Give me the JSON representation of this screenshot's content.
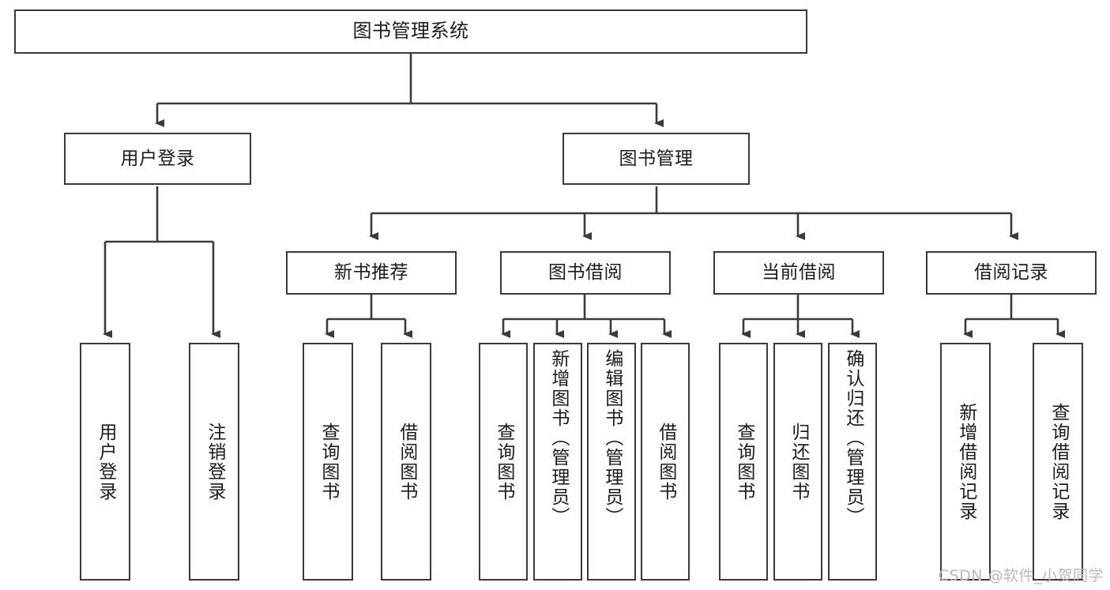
{
  "diagram": {
    "type": "tree",
    "title": "图书管理系统",
    "watermark": "CSDN @软件_小贺同学",
    "colors": {
      "background": "#ffffff",
      "node_border": "#3a3a3a",
      "node_fill": "#ffffff",
      "edge": "#3a3a3a",
      "text": "#1b1b1b",
      "watermark": "#b9b9b9"
    },
    "levels": {
      "root": {
        "label": "图书管理系统"
      },
      "level2": [
        {
          "label": "用户登录"
        },
        {
          "label": "图书管理"
        }
      ],
      "level3": [
        {
          "label": "新书推荐"
        },
        {
          "label": "图书借阅"
        },
        {
          "label": "当前借阅"
        },
        {
          "label": "借阅记录"
        }
      ],
      "leaves": [
        {
          "label": "用户登录",
          "parent": "用户登录"
        },
        {
          "label": "注销登录",
          "parent": "用户登录"
        },
        {
          "label": "查询图书",
          "parent": "新书推荐"
        },
        {
          "label": "借阅图书",
          "parent": "新书推荐"
        },
        {
          "label": "查询图书",
          "parent": "图书借阅"
        },
        {
          "label": "新增图书（管理员）",
          "parent": "图书借阅"
        },
        {
          "label": "编辑图书（管理员）",
          "parent": "图书借阅"
        },
        {
          "label": "借阅图书",
          "parent": "图书借阅"
        },
        {
          "label": "查询图书",
          "parent": "当前借阅"
        },
        {
          "label": "归还图书",
          "parent": "当前借阅"
        },
        {
          "label": "确认归还（管理员）",
          "parent": "当前借阅"
        },
        {
          "label": "新增借阅记录",
          "parent": "借阅记录"
        },
        {
          "label": "查询借阅记录",
          "parent": "借阅记录"
        }
      ]
    }
  }
}
